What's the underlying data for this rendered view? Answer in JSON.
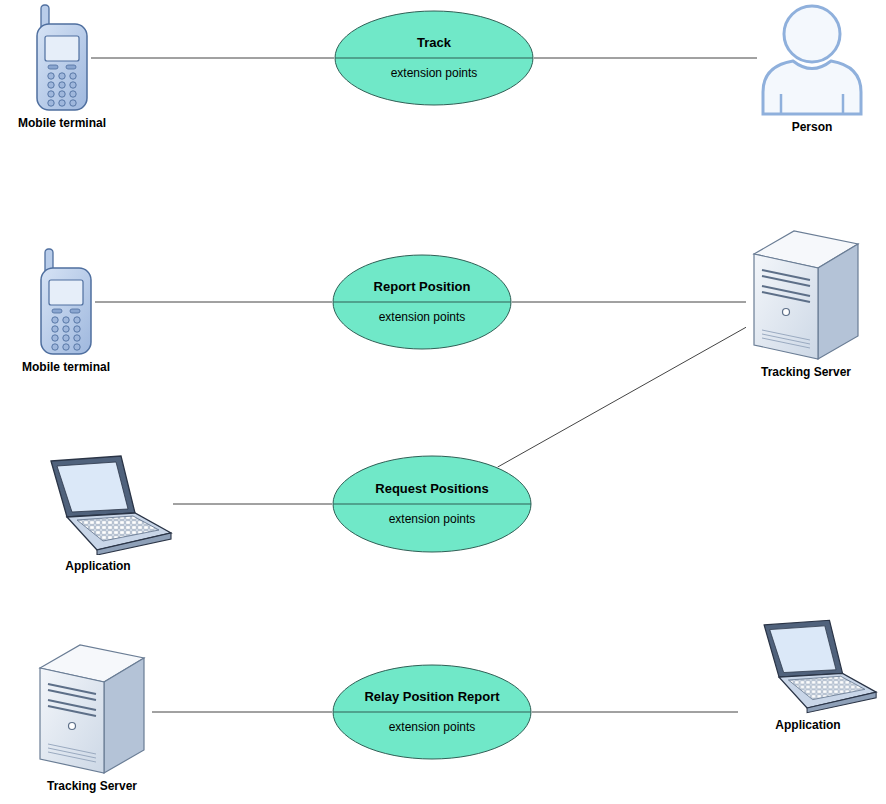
{
  "diagram": {
    "nodes": [
      {
        "text": [
          "Mobile terminal"
        ]
      },
      {
        "text": [
          "Track",
          "extension points"
        ]
      },
      {
        "text": [
          "Person"
        ]
      },
      {
        "text": [
          "Mobile terminal"
        ]
      },
      {
        "text": [
          "Report Position",
          "extension points"
        ]
      },
      {
        "text": [
          "Tracking Server"
        ]
      },
      {
        "text": [
          "Application"
        ]
      },
      {
        "text": [
          "Request Positions",
          "extension points"
        ]
      },
      {
        "text": [
          "Tracking Server"
        ]
      },
      {
        "text": [
          "Relay Position Report",
          "extension points"
        ]
      },
      {
        "text": [
          "Application"
        ]
      }
    ],
    "edges": [
      {
        "from": 0,
        "to": 1,
        "arrow": "none"
      },
      {
        "from": 1,
        "to": 2,
        "arrow": "none"
      },
      {
        "from": 3,
        "to": 4,
        "arrow": "none"
      },
      {
        "from": 4,
        "to": 5,
        "arrow": "none"
      },
      {
        "from": 6,
        "to": 7,
        "arrow": "none"
      },
      {
        "from": 7,
        "to": 5,
        "arrow": "none"
      },
      {
        "from": 8,
        "to": 9,
        "arrow": "none"
      },
      {
        "from": 9,
        "to": 10,
        "arrow": "none"
      }
    ]
  }
}
